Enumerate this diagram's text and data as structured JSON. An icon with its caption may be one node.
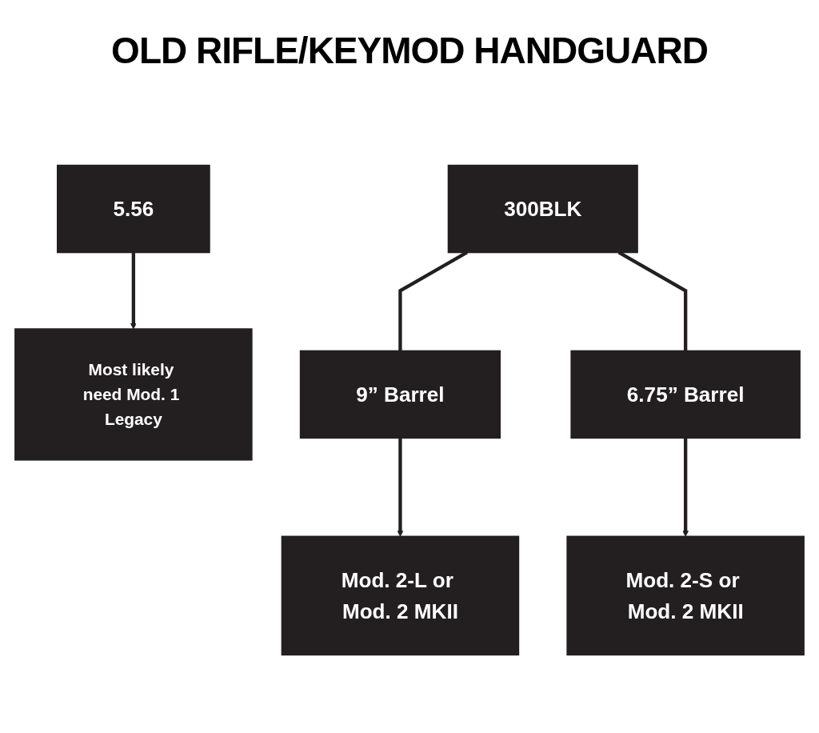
{
  "diagram": {
    "title": "OLD RIFLE/KEYMOD HANDGUARD",
    "nodes": [
      {
        "text": [
          "5.56"
        ]
      },
      {
        "text": [
          "300BLK"
        ]
      },
      {
        "text": [
          "Most likely need Mod. 1 Legacy"
        ]
      },
      {
        "text": [
          "9” Barrel"
        ]
      },
      {
        "text": [
          "6.75” Barrel"
        ]
      },
      {
        "text": [
          "Mod. 2-L or Mod. 2 MKII"
        ]
      },
      {
        "text": [
          "Mod. 2-S or Mod. 2 MKII"
        ]
      }
    ],
    "edges": [
      {
        "from": 0,
        "to": 2,
        "arrow": "to"
      },
      {
        "from": 1,
        "to": 3,
        "arrow": "none"
      },
      {
        "from": 1,
        "to": 4,
        "arrow": "none"
      },
      {
        "from": 3,
        "to": 5,
        "arrow": "to"
      },
      {
        "from": 4,
        "to": 6,
        "arrow": "to"
      }
    ]
  }
}
